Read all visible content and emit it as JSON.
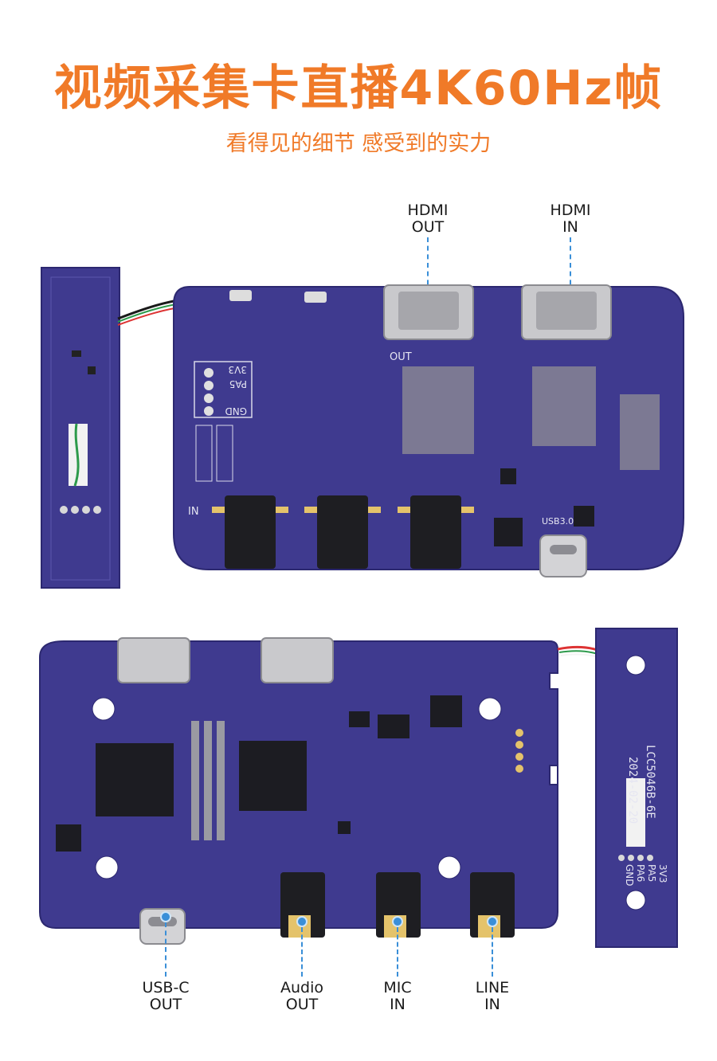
{
  "title": "视频采集卡直播4K60Hz帧",
  "subtitle": "看得见的细节 感受到的实力",
  "colors": {
    "accent": "#f07a28",
    "pcb": "#3f3a8f",
    "pointer": "#3a8fd8"
  },
  "top_labels": [
    {
      "line1": "HDMI",
      "line2": "OUT"
    },
    {
      "line1": "HDMI",
      "line2": "IN"
    }
  ],
  "bottom_labels": [
    {
      "line1": "USB-C",
      "line2": "OUT"
    },
    {
      "line1": "Audio",
      "line2": "OUT"
    },
    {
      "line1": "MIC",
      "line2": "IN"
    },
    {
      "line1": "LINE",
      "line2": "IN"
    }
  ],
  "silkscreen": {
    "pins": [
      "3V3",
      "PA5",
      "PA6",
      "GND"
    ],
    "board_id": "LCC5046B-6E",
    "date": "2024-02-20",
    "in_mark": "IN",
    "out_mark": "OUT",
    "usb_mark": "USB3.0"
  }
}
